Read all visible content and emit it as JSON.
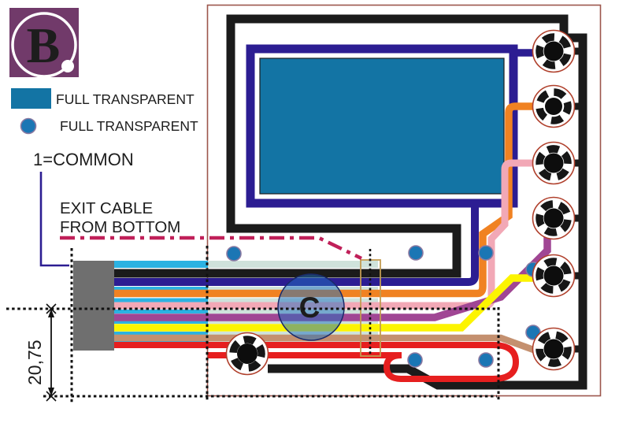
{
  "diagram": {
    "type": "membrane-keypad-pcb-trace-layout",
    "logo": {
      "letter": "B"
    },
    "legend": {
      "items": [
        {
          "swatch": "rectangle",
          "label": "FULL TRANSPARENT"
        },
        {
          "swatch": "circle",
          "label": "FULL TRANSPARENT"
        }
      ]
    },
    "labels": {
      "common": "1=COMMON",
      "exit_line1": "EXIT CABLE",
      "exit_line2": "FROM BOTTOM",
      "dimension_value": "20,75",
      "center_marker": "C"
    },
    "cables": {
      "ribbon_order_top_to_bottom": [
        "cyan",
        "black-common",
        "dark-blue",
        "orange",
        "pink",
        "purple",
        "yellow",
        "tan",
        "red"
      ]
    },
    "pads": {
      "right_column_count": 6,
      "bottom_left_count": 1,
      "via_dot_count": 7
    },
    "colors": {
      "teal_window": "#1374a4",
      "logo_purple": "#713a6a",
      "trace_dark_blue": "#2c1d92",
      "trace_orange": "#f08222",
      "trace_pink": "#f2a8b6",
      "trace_purple": "#a04694",
      "trace_yellow": "#fcf400",
      "trace_tan": "#c4906f",
      "trace_red": "#e61f1f",
      "trace_black": "#1b1b1b",
      "cable_cyan": "#2cb2e2",
      "cable_pale": "#cfe2db",
      "connector_gray": "#6f6f6f",
      "via_blue": "#1b76b4",
      "exit_line_magenta": "#c02059",
      "pcb_outline": "#9c564c",
      "guide_khaki": "#c29b52",
      "pad_ring_red": "#b0402c"
    }
  }
}
